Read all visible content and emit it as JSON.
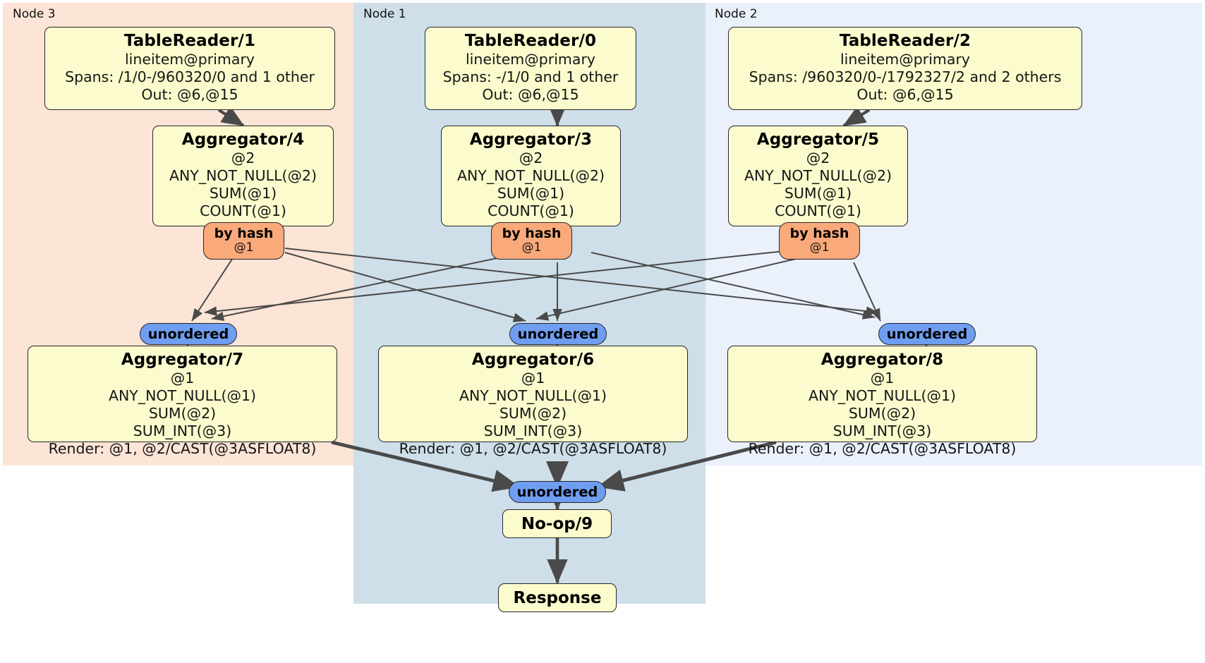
{
  "diagram": {
    "type": "distributed-query-plan",
    "colors": {
      "node3_bg": "#fce4d6",
      "node1_bg": "#cfdfe9",
      "node2_bg": "#eaf1fb",
      "processor_fill": "#fbfbcd",
      "processor_stroke": "#26262b",
      "hash_router_fill": "#f9a97a",
      "unordered_synchronizer_fill": "#6f9ef0",
      "edge_stroke": "#4a4a4a"
    },
    "nodes": [
      {
        "id": "node3",
        "label": "Node 3"
      },
      {
        "id": "node1",
        "label": "Node 1"
      },
      {
        "id": "node2",
        "label": "Node 2"
      }
    ],
    "processors": {
      "table_reader_1": {
        "title": "TableReader/1",
        "lines": [
          "lineitem@primary",
          "Spans: /1/0-/960320/0 and 1 other",
          "Out: @6,@15"
        ]
      },
      "table_reader_0": {
        "title": "TableReader/0",
        "lines": [
          "lineitem@primary",
          "Spans: -/1/0 and 1 other",
          "Out: @6,@15"
        ]
      },
      "table_reader_2": {
        "title": "TableReader/2",
        "lines": [
          "lineitem@primary",
          "Spans: /960320/0-/1792327/2 and 2 others",
          "Out: @6,@15"
        ]
      },
      "aggregator_4": {
        "title": "Aggregator/4",
        "lines": [
          "@2",
          "ANY_NOT_NULL(@2)",
          "SUM(@1)",
          "COUNT(@1)"
        ]
      },
      "aggregator_3": {
        "title": "Aggregator/3",
        "lines": [
          "@2",
          "ANY_NOT_NULL(@2)",
          "SUM(@1)",
          "COUNT(@1)"
        ]
      },
      "aggregator_5": {
        "title": "Aggregator/5",
        "lines": [
          "@2",
          "ANY_NOT_NULL(@2)",
          "SUM(@1)",
          "COUNT(@1)"
        ]
      },
      "aggregator_7": {
        "title": "Aggregator/7",
        "lines": [
          "@1",
          "ANY_NOT_NULL(@1)",
          "SUM(@2)",
          "SUM_INT(@3)",
          "Render: @1, @2/CAST(@3ASFLOAT8)"
        ]
      },
      "aggregator_6": {
        "title": "Aggregator/6",
        "lines": [
          "@1",
          "ANY_NOT_NULL(@1)",
          "SUM(@2)",
          "SUM_INT(@3)",
          "Render: @1, @2/CAST(@3ASFLOAT8)"
        ]
      },
      "aggregator_8": {
        "title": "Aggregator/8",
        "lines": [
          "@1",
          "ANY_NOT_NULL(@1)",
          "SUM(@2)",
          "SUM_INT(@3)",
          "Render: @1, @2/CAST(@3ASFLOAT8)"
        ]
      },
      "noop_9": {
        "title": "No-op/9"
      },
      "response": {
        "title": "Response"
      }
    },
    "routers": {
      "by_hash_left": {
        "label": "by hash",
        "column": "@1"
      },
      "by_hash_center": {
        "label": "by hash",
        "column": "@1"
      },
      "by_hash_right": {
        "label": "by hash",
        "column": "@1"
      }
    },
    "synchronizers": {
      "unordered_left": {
        "label": "unordered"
      },
      "unordered_center": {
        "label": "unordered"
      },
      "unordered_right": {
        "label": "unordered"
      },
      "unordered_final": {
        "label": "unordered"
      }
    }
  }
}
